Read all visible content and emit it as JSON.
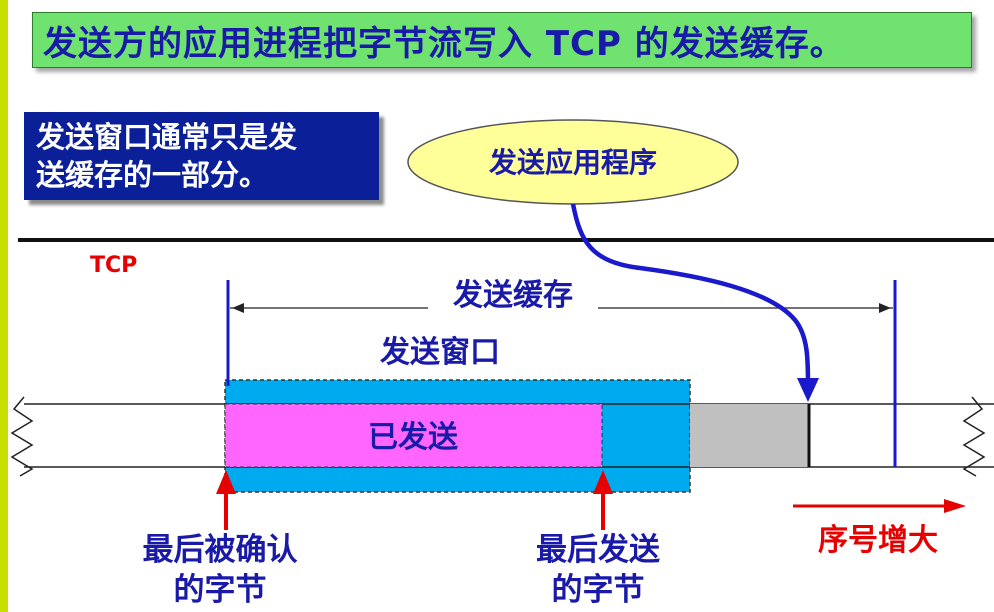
{
  "title": "发送方的应用进程把字节流写入 TCP 的发送缓存。",
  "note": {
    "line1": "发送窗口通常只是发",
    "line2": "送缓存的一部分。"
  },
  "app_label": "发送应用程序",
  "tcp_label": "TCP",
  "send_buffer_label": "发送缓存",
  "send_window_label": "发送窗口",
  "sent_label": "已发送",
  "last_acked_label": {
    "line1": "最后被确认",
    "line2": "的字节"
  },
  "last_sent_label": {
    "line1": "最后发送",
    "line2": "的字节"
  },
  "seq_label": "序号增大",
  "colors": {
    "title_bg": "#6fe26f",
    "title_text": "#1a1aa8",
    "note_bg": "#0b1f99",
    "ellipse_fill": "#ffff99",
    "sent_fill": "#ff66ff",
    "window_fill": "#00aaee",
    "buffer_gray": "#c0c0c0",
    "blue_line": "#1a1acc",
    "red": "#e60000"
  }
}
